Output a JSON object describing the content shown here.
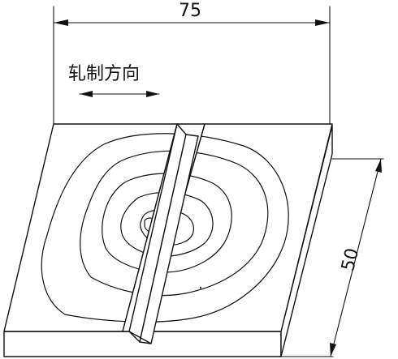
{
  "dimensions": {
    "width_label": "75",
    "height_label": "50"
  },
  "annotation": {
    "rolling_direction": "轧制方向"
  }
}
